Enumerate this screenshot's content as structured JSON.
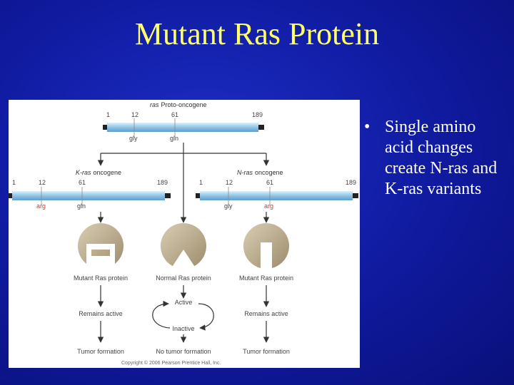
{
  "title": "Mutant Ras Protein",
  "bullets": [
    {
      "marker": "•",
      "text": "Single amino acid changes create N-ras and K-ras variants"
    }
  ],
  "figure": {
    "proto": {
      "title": "Proto-oncogene",
      "title_prefix": "ras",
      "pos": [
        "1",
        "12",
        "61",
        "189"
      ],
      "aa": [
        "gly",
        "gln"
      ]
    },
    "k_ras": {
      "title": "oncogene",
      "title_prefix": "K-ras",
      "pos": [
        "1",
        "12",
        "61",
        "189"
      ],
      "aa": [
        "arg",
        "gln"
      ]
    },
    "n_ras": {
      "title": "oncogene",
      "title_prefix": "N-ras",
      "pos": [
        "1",
        "12",
        "61",
        "189"
      ],
      "aa": [
        "gly",
        "arg"
      ]
    },
    "proteins": [
      "Mutant Ras protein",
      "Normal Ras protein",
      "Mutant Ras protein"
    ],
    "states": [
      "Remains active",
      "Active",
      "Inactive",
      "Remains active"
    ],
    "outcomes": [
      "Tumor formation",
      "No tumor formation",
      "Tumor formation"
    ],
    "copyright": "Copyright © 2006 Pearson Prentice Hall, Inc.",
    "colors": {
      "gene_bar": "#9fcce8",
      "protein": "#b8a88a",
      "mutation_label": "#d23a2a",
      "label": "#444444",
      "arrow": "#333333"
    }
  }
}
